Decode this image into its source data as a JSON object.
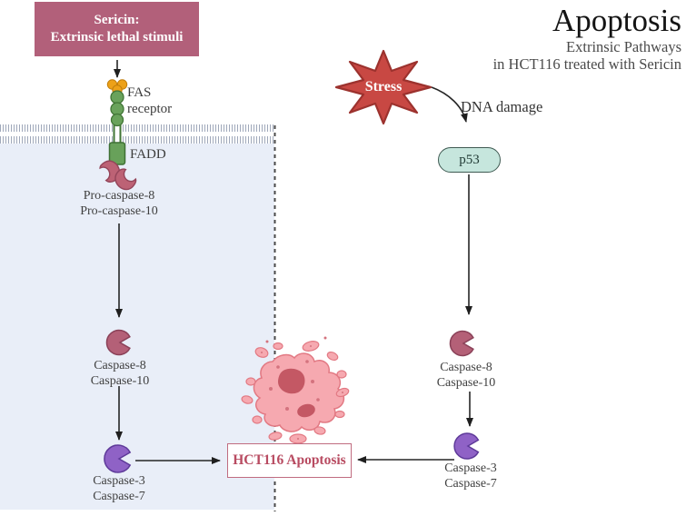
{
  "header": {
    "title": "Apoptosis",
    "subtitle_line1": "Extrinsic Pathways",
    "subtitle_line2": "in HCT116 treated with Sericin"
  },
  "left_pathway": {
    "stimulus_box": {
      "line1": "Sericin:",
      "line2": "Extrinsic lethal stimuli"
    },
    "fas_receptor_label": {
      "line1": "FAS",
      "line2": "receptor"
    },
    "fadd_label": "FADD",
    "procaspase_label": {
      "line1": "Pro-caspase-8",
      "line2": "Pro-caspase-10"
    },
    "initiator_caspase_label": {
      "line1": "Caspase-8",
      "line2": "Caspase-10"
    },
    "executioner_caspase_label": {
      "line1": "Caspase-3",
      "line2": "Caspase-7"
    }
  },
  "right_pathway": {
    "stress_label": "Stress",
    "dna_damage_label": "DNA damage",
    "p53_label": "p53",
    "initiator_caspase_label": {
      "line1": "Caspase-8",
      "line2": "Caspase-10"
    },
    "executioner_caspase_label": {
      "line1": "Caspase-3",
      "line2": "Caspase-7"
    }
  },
  "outcome_box": {
    "label": "HCT116 Apoptosis"
  },
  "icons": {
    "stress": "starburst-icon",
    "fas_receptor": "fas-receptor-icon",
    "ligand": "ligand-trefoil-icon",
    "procaspase": "procaspase-blobs-icon",
    "initiator_caspase": "caspase-pacman-pink-icon",
    "executioner_caspase": "caspase-pacman-purple-icon",
    "apoptotic_cell": "apoptotic-cell-icon",
    "membrane": "cell-membrane-bands",
    "cell_boundary": "dashed-cell-boundary"
  },
  "colors": {
    "stimulus_box_bg": "#b2607a",
    "stress_fill": "#c84843",
    "stress_border": "#9c322e",
    "p53_fill": "#c6e6dd",
    "p53_border": "#3f5a52",
    "caspase_pink": "#b46077",
    "caspase_pink_border": "#8a4158",
    "caspase_purple": "#8f62c6",
    "caspase_purple_border": "#5e3a99",
    "receptor_green": "#69a25b",
    "receptor_green_border": "#417536",
    "ligand_orange": "#eda118",
    "outcome_border": "#c06c80",
    "outcome_text": "#b84b61",
    "cell_fill": "#e9eef8",
    "apoptotic_cell_fill": "#f6a9b0",
    "apoptotic_cell_border": "#e27983",
    "apoptotic_cell_patch": "#c45864",
    "arrow": "#262626"
  }
}
